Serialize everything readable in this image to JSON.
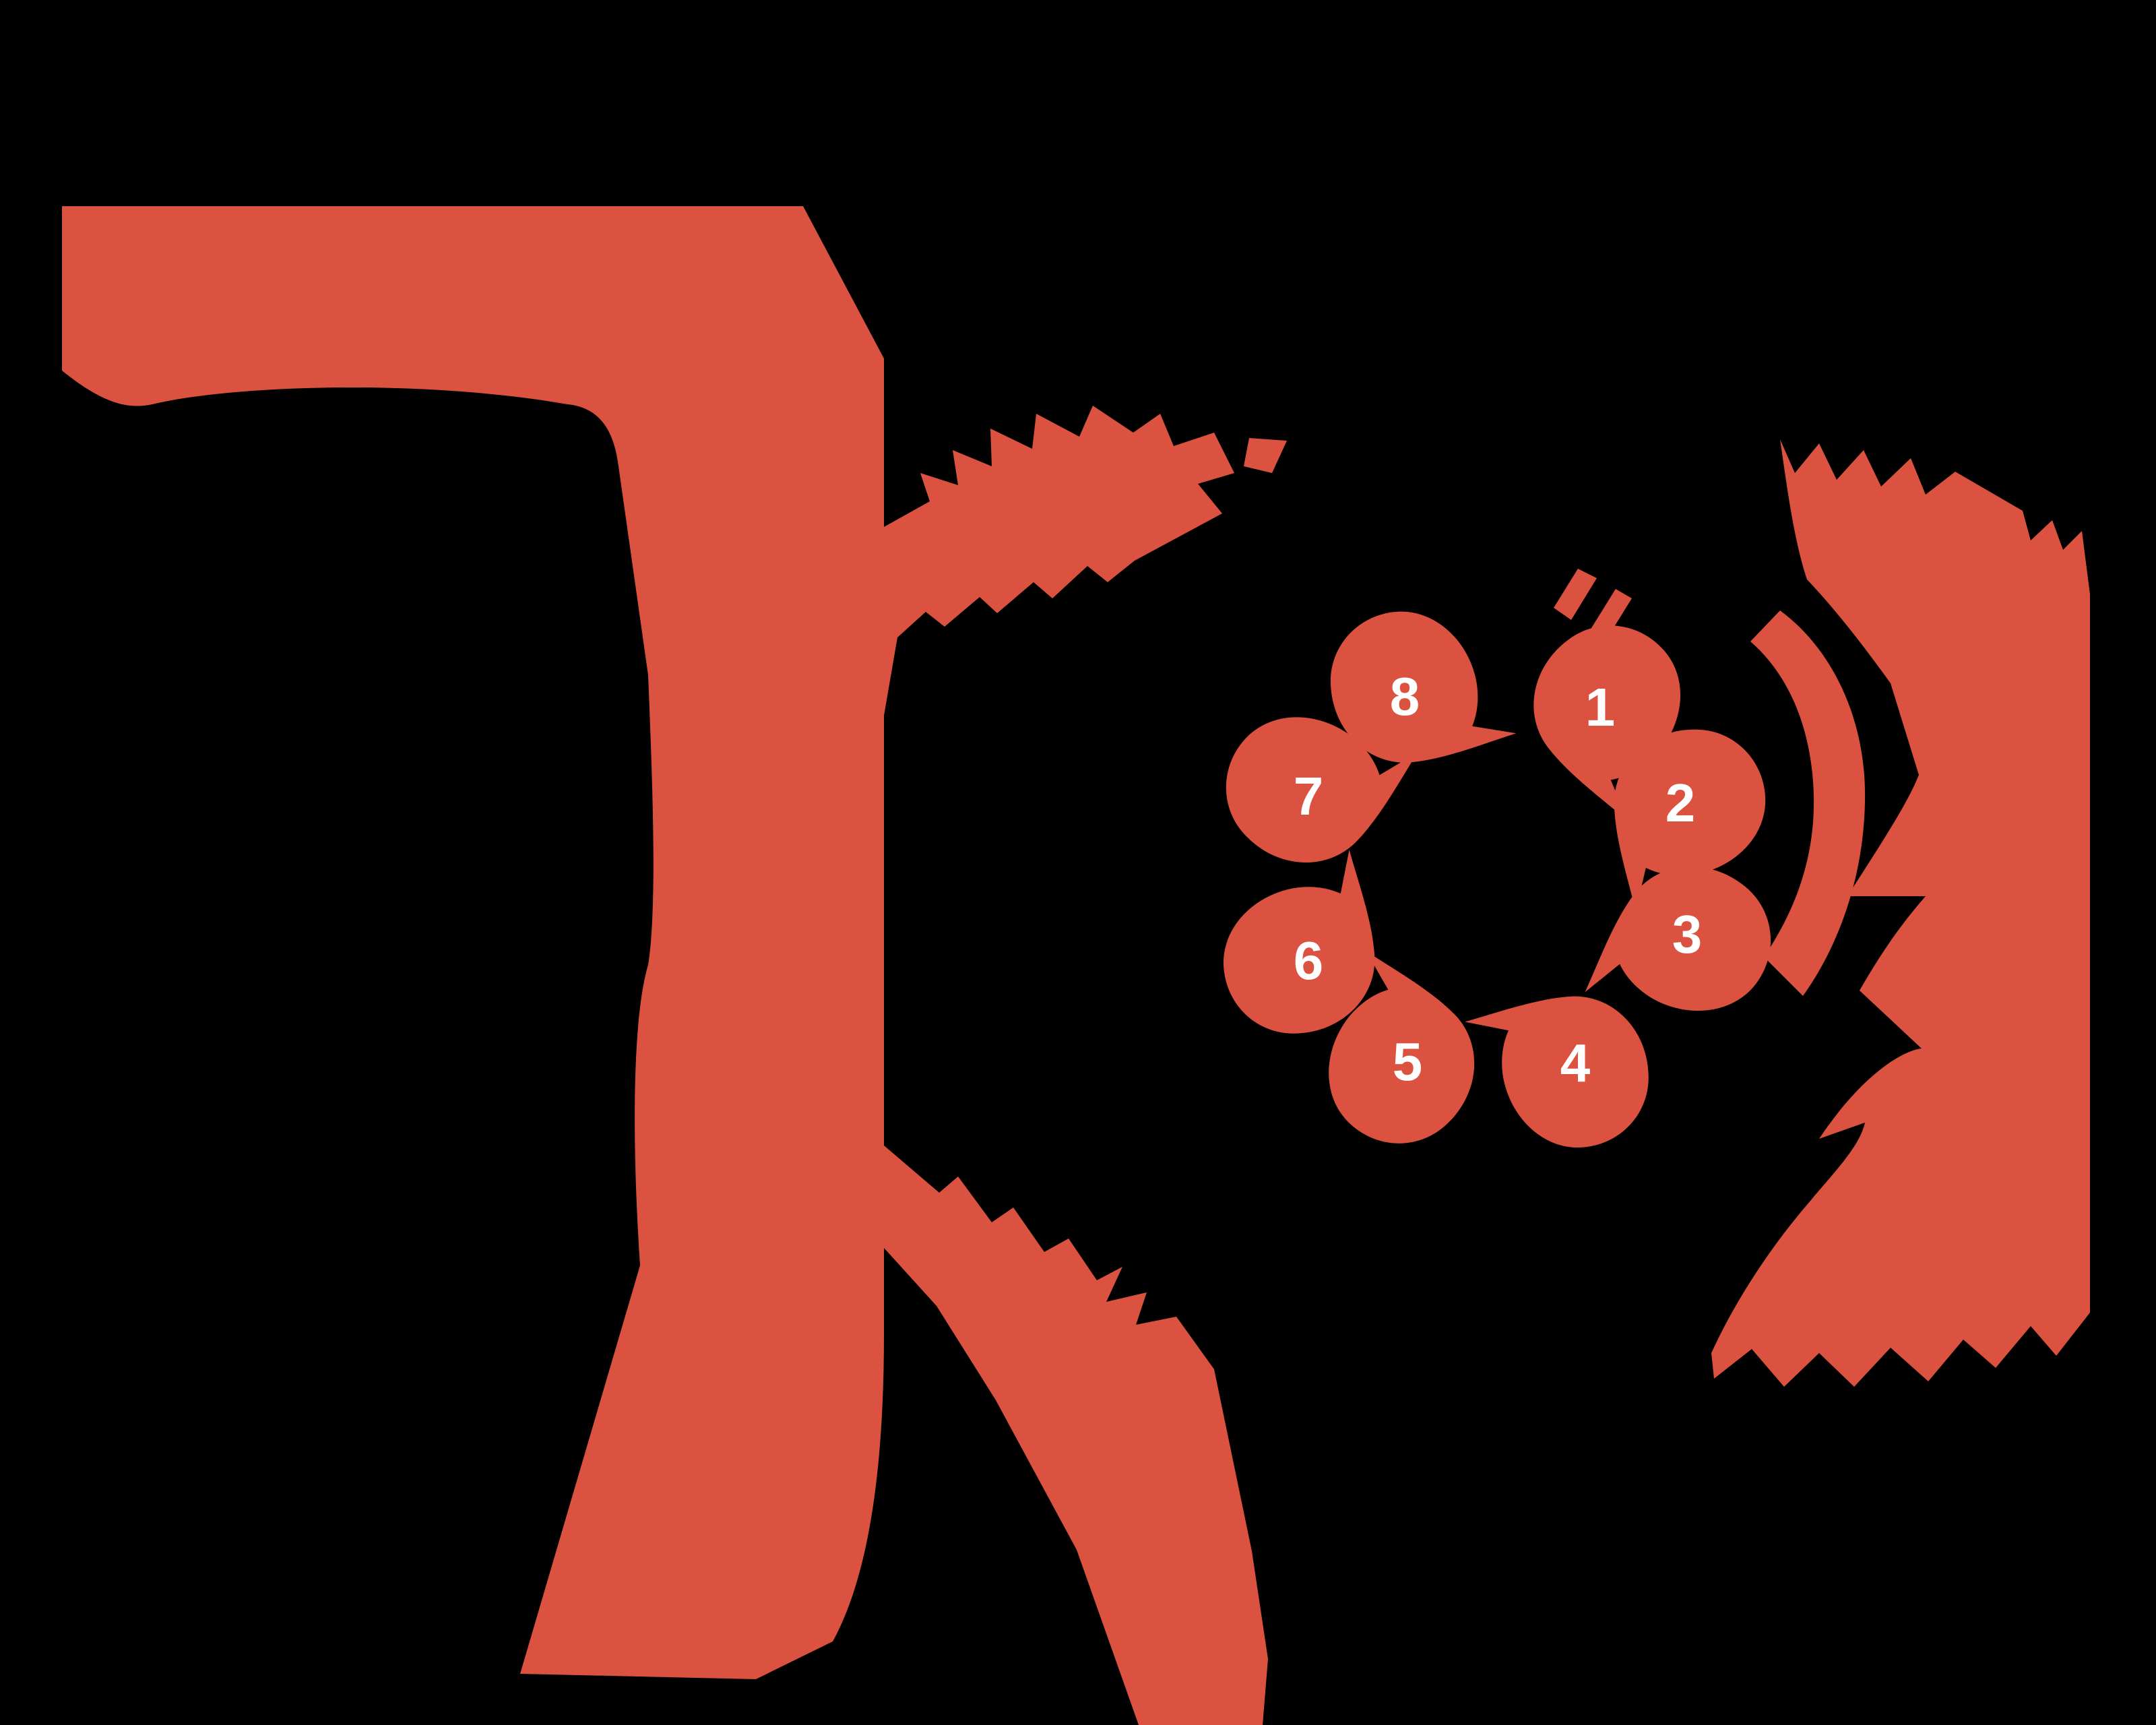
{
  "diagram": {
    "type": "8-step-cycle-glitch-art",
    "background": "#000000",
    "accent": "#DB5240",
    "number_color": "#FFFFFF",
    "step_count": "8",
    "steps": [
      "1",
      "2",
      "3",
      "4",
      "5",
      "6",
      "7",
      "8"
    ]
  }
}
